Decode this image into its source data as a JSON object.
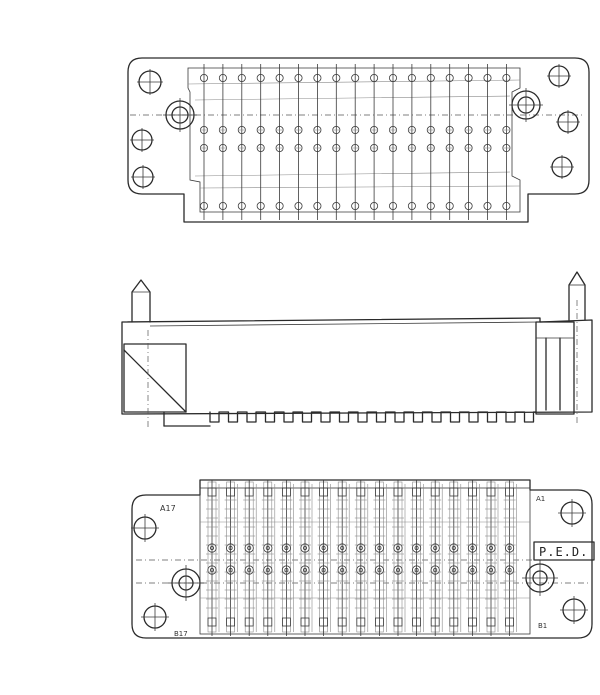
{
  "labels": {
    "a17_top": "A17",
    "a1_top": "A1",
    "b17": "B17",
    "b1": "B1",
    "ped": "P.E.D."
  },
  "pin_columns": 17,
  "pin_rows": 2
}
